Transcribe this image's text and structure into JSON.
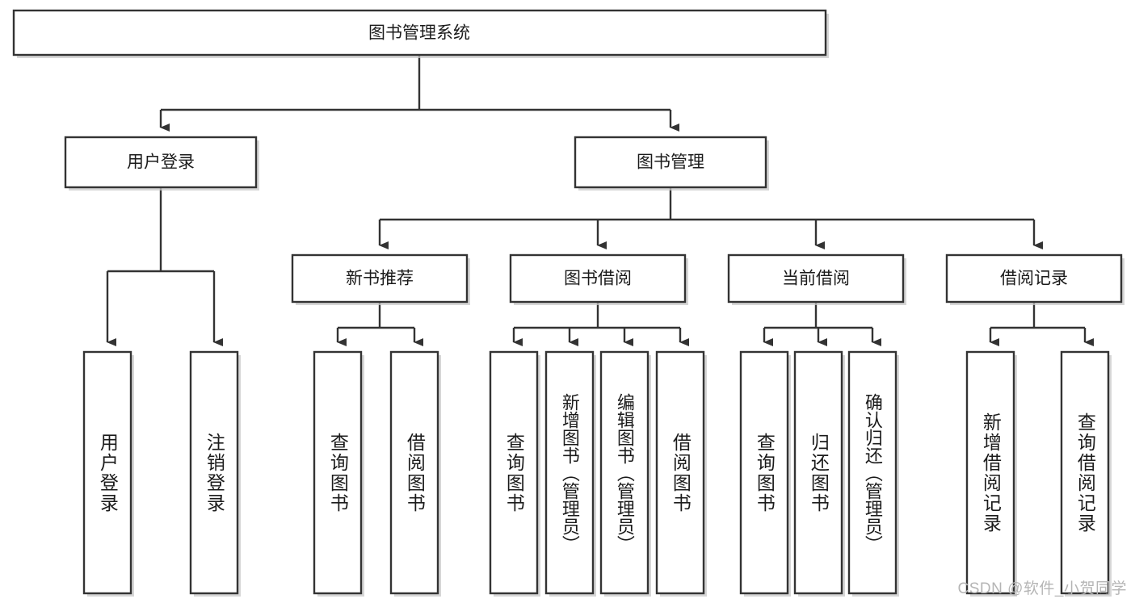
{
  "diagram": {
    "type": "tree-hierarchy",
    "title": "图书管理系统",
    "root": {
      "label": "图书管理系统"
    },
    "level2": [
      {
        "id": "user-login",
        "label": "用户登录"
      },
      {
        "id": "book-manage",
        "label": "图书管理"
      }
    ],
    "level3": [
      {
        "id": "new-book-recommend",
        "label": "新书推荐"
      },
      {
        "id": "book-borrow",
        "label": "图书借阅"
      },
      {
        "id": "current-borrow",
        "label": "当前借阅"
      },
      {
        "id": "borrow-record",
        "label": "借阅记录"
      }
    ],
    "leaves": {
      "user_login": [
        {
          "id": "leaf-user-login",
          "label": "用户登录"
        },
        {
          "id": "leaf-logout-login",
          "label": "注销登录"
        }
      ],
      "new_book_recommend": [
        {
          "id": "leaf-query-book-1",
          "label": "查询图书"
        },
        {
          "id": "leaf-borrow-book-1",
          "label": "借阅图书"
        }
      ],
      "book_borrow": [
        {
          "id": "leaf-query-book-2",
          "label": "查询图书"
        },
        {
          "id": "leaf-add-book",
          "label": "新增图书（管理员）"
        },
        {
          "id": "leaf-edit-book",
          "label": "编辑图书（管理员）"
        },
        {
          "id": "leaf-borrow-book-2",
          "label": "借阅图书"
        }
      ],
      "current_borrow": [
        {
          "id": "leaf-query-book-3",
          "label": "查询图书"
        },
        {
          "id": "leaf-return-book",
          "label": "归还图书"
        },
        {
          "id": "leaf-confirm-return",
          "label": "确认归还（管理员）"
        }
      ],
      "borrow_record": [
        {
          "id": "leaf-add-record",
          "label": "新增借阅记录"
        },
        {
          "id": "leaf-query-record",
          "label": "查询借阅记录"
        }
      ]
    },
    "watermark": "CSDN @软件_小贺同学",
    "colors": {
      "stroke": "#333333",
      "fill": "#ffffff",
      "text": "#1b1b1b",
      "shadow": "#c8c8c8",
      "watermark": "#b5b5b5",
      "background": "#ffffff"
    }
  }
}
